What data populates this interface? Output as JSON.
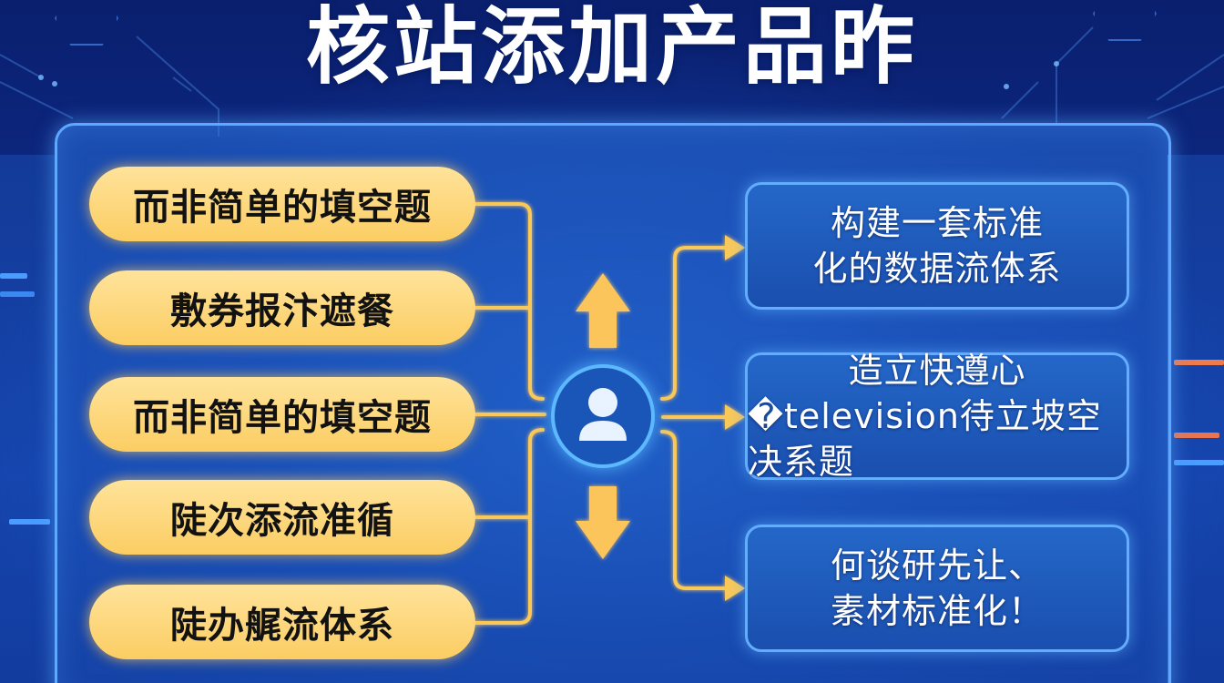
{
  "title": "核站添加产品昨",
  "colors": {
    "background_dark": "#0a1f6e",
    "panel_border": "#5fa8ff",
    "pill_fill": "#fbcd63",
    "connector": "#f9c85a",
    "avatar_ring": "#5cb8ff",
    "box_border": "#63adff",
    "text_white": "#ffffff",
    "text_dark": "#121212"
  },
  "left_items": [
    {
      "label": "而非简单的填空题"
    },
    {
      "label": "敷券报汴遮餐"
    },
    {
      "label": "而非简单的填空题"
    },
    {
      "label": "陡次添流准循"
    },
    {
      "label": "陡办艉流体系"
    }
  ],
  "center": {
    "icon": "user-icon",
    "up_arrow": "arrow-up-icon",
    "down_arrow": "arrow-down-icon"
  },
  "right_items": [
    {
      "line1": "构建一套标准",
      "line2": "化的数据流体系"
    },
    {
      "line1": "造立快遵心",
      "line2": "�television待立坡空决系题"
    },
    {
      "line1": "何谈研先让、",
      "line2": "素材标准化！"
    }
  ]
}
